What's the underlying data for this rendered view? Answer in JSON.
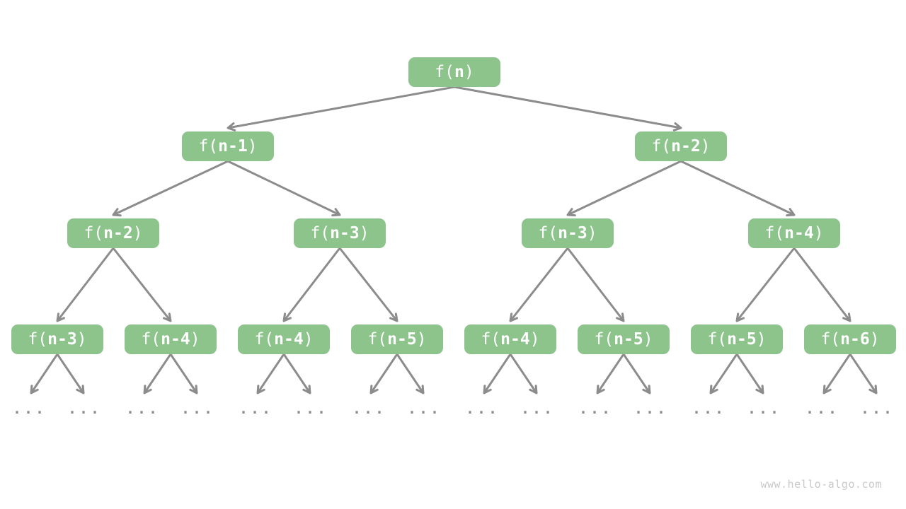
{
  "diagram": {
    "type": "recursion-tree",
    "levels": 4,
    "colors": {
      "node_fill": "#8cc48c",
      "node_text": "#ffffff",
      "edge": "#8c8c8c",
      "ellipsis": "#8d8d8d",
      "watermark": "#c9c9c9"
    }
  },
  "nodes": [
    {
      "prefix": "f(",
      "arg": "n",
      "suffix": ")"
    },
    {
      "prefix": "f(",
      "arg": "n-1",
      "suffix": ")"
    },
    {
      "prefix": "f(",
      "arg": "n-2",
      "suffix": ")"
    },
    {
      "prefix": "f(",
      "arg": "n-2",
      "suffix": ")"
    },
    {
      "prefix": "f(",
      "arg": "n-3",
      "suffix": ")"
    },
    {
      "prefix": "f(",
      "arg": "n-3",
      "suffix": ")"
    },
    {
      "prefix": "f(",
      "arg": "n-4",
      "suffix": ")"
    },
    {
      "prefix": "f(",
      "arg": "n-3",
      "suffix": ")"
    },
    {
      "prefix": "f(",
      "arg": "n-4",
      "suffix": ")"
    },
    {
      "prefix": "f(",
      "arg": "n-4",
      "suffix": ")"
    },
    {
      "prefix": "f(",
      "arg": "n-5",
      "suffix": ")"
    },
    {
      "prefix": "f(",
      "arg": "n-4",
      "suffix": ")"
    },
    {
      "prefix": "f(",
      "arg": "n-5",
      "suffix": ")"
    },
    {
      "prefix": "f(",
      "arg": "n-5",
      "suffix": ")"
    },
    {
      "prefix": "f(",
      "arg": "n-6",
      "suffix": ")"
    }
  ],
  "ellipsis": "...",
  "watermark": {
    "text": "www.hello-algo.com"
  }
}
